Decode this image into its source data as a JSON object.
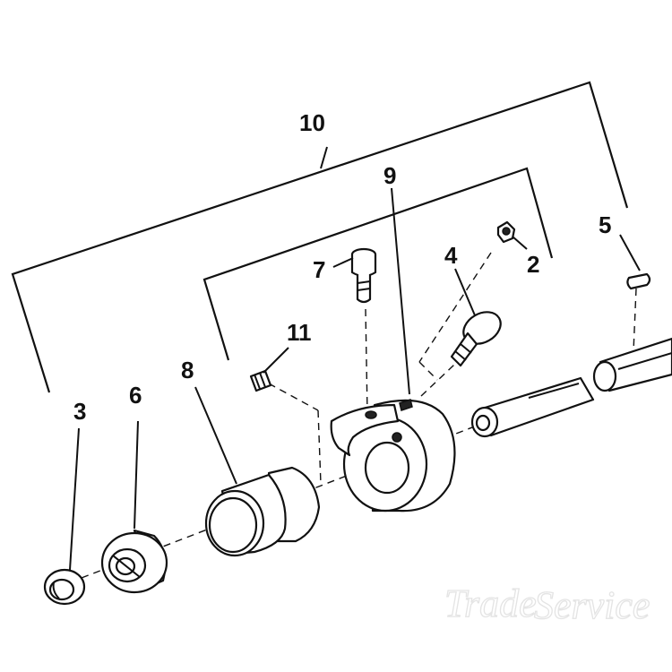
{
  "callouts": {
    "c2": "2",
    "c3": "3",
    "c4": "4",
    "c5": "5",
    "c6": "6",
    "c7": "7",
    "c8": "8",
    "c9": "9",
    "c10": "10",
    "c11": "11"
  },
  "watermark": {
    "line1": "Trade",
    "line2": "Service"
  }
}
